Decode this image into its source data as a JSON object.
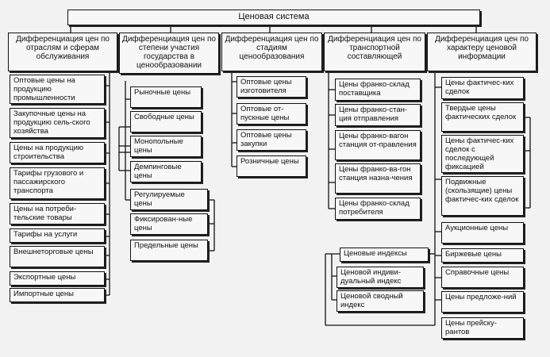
{
  "root": "Ценовая система",
  "columns": [
    {
      "header": "Дифференциация цен по отраслям и сферам обслуживания",
      "items": [
        "Оптовые цены на продукцию промышленности",
        "Закупочные цены на продукцию сель-ского хозяйства",
        "Цены на продукцию строительства",
        "Тарифы грузового и пассажирского транспорта",
        "Цены на потреби-тельские товары",
        "Тарифы на услуги",
        "Внешнеторговые цены",
        "Экспортные цены",
        "Импортные цены"
      ]
    },
    {
      "header": "Дифференциация цен по степени участия государства в ценообразовании",
      "items": [
        "Рыночные цены",
        "Свободные цены",
        "Монопольные цены",
        "Демпинговые цены",
        "Регулируемые цены",
        "Фиксирован-ные цены",
        "Предельные цены"
      ]
    },
    {
      "header": "Дифференциация цен по стадиям ценообразования",
      "items": [
        "Оптовые цены изготовителя",
        "Оптовые от-пускные цены",
        "Оптовые цены закупки",
        "Розничные цены"
      ]
    },
    {
      "header": "Дифференциация цен по транспортной составляющей",
      "items": [
        "Цены франко-склад поставщика",
        "Цены франко-стан-ция отправления",
        "Цены франко-вагон станция от-правления",
        "Цены франко-ва-гон станция назна-чения",
        "Цены франко-склад потребителя"
      ],
      "indexes": {
        "header": "Ценовые индексы",
        "items": [
          "Ценовой индиви-дуальный индекс",
          "Ценовой сводный индекс"
        ]
      }
    },
    {
      "header": "Дифференциация цен по характеру ценовой информации",
      "items": [
        "Цены фактичес-ких сделок",
        "Твердые цены фактических сделок",
        "Цены фактичес-ких сделок с последующей фиксацией",
        "Подвижные (скользящие) цены фактичес-ких сделок",
        "Аукционные цены",
        "Биржевые цены",
        "Справочные цены",
        "Цены предложе-ний",
        "Цены прейску-рантов"
      ]
    }
  ]
}
